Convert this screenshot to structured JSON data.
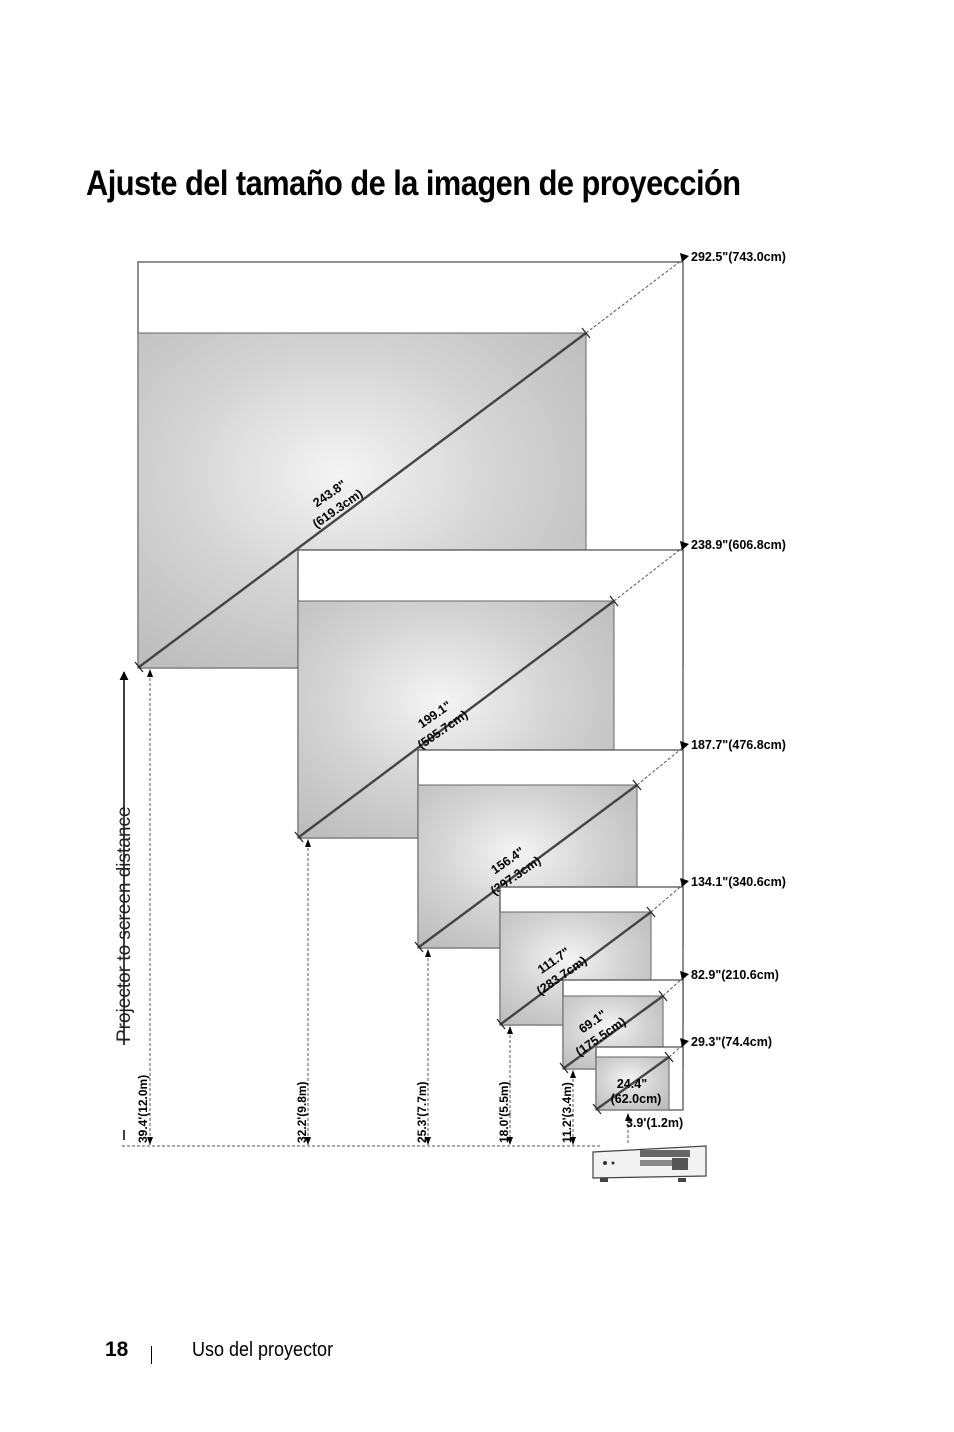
{
  "page": {
    "title": "Ajuste del tamaño de la imagen de proyección",
    "page_number": "18",
    "section": "Uso del proyector"
  },
  "diagram": {
    "axis_label": "Projector to screen distance",
    "screens": [
      {
        "diagonal_in": "243.8\"",
        "diagonal_cm": "(619.3cm)",
        "max_label": "292.5\"(743.0cm)",
        "distance": "39.4'(12.0m)"
      },
      {
        "diagonal_in": "199.1\"",
        "diagonal_cm": "(505.7cm)",
        "max_label": "238.9\"(606.8cm)",
        "distance": "32.2'(9.8m)"
      },
      {
        "diagonal_in": "156.4\"",
        "diagonal_cm": "(397.3cm)",
        "max_label": "187.7\"(476.8cm)",
        "distance": "25.3'(7.7m)"
      },
      {
        "diagonal_in": "111.7\"",
        "diagonal_cm": "(283.7cm)",
        "max_label": "134.1\"(340.6cm)",
        "distance": "18.0'(5.5m)"
      },
      {
        "diagonal_in": "69.1\"",
        "diagonal_cm": "(175.5cm)",
        "max_label": "82.9\"(210.6cm)",
        "distance": "11.2'(3.4m)"
      },
      {
        "diagonal_in": "24.4\"",
        "diagonal_cm": "(62.0cm)",
        "max_label": "29.3\"(74.4cm)",
        "distance": "3.9'(1.2m)"
      }
    ]
  }
}
